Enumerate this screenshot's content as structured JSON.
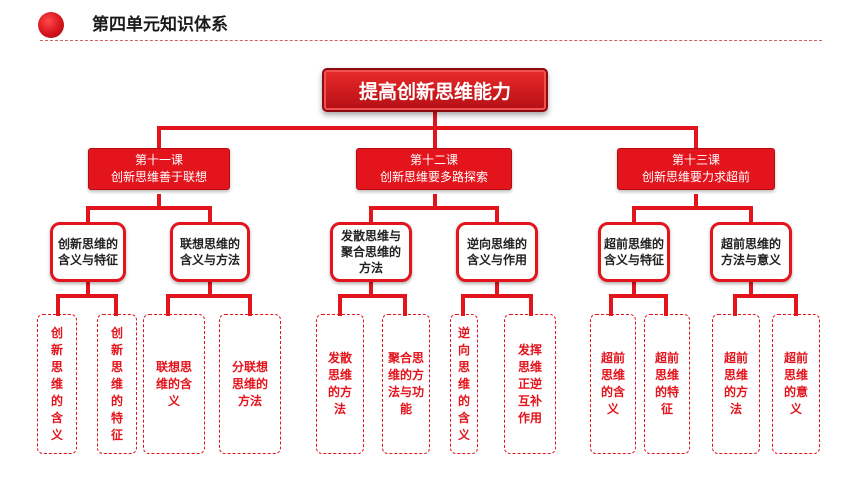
{
  "header": {
    "title": "第四单元知识体系"
  },
  "root": {
    "label": "提高创新思维能力"
  },
  "lessons": [
    {
      "line1": "第十一课",
      "line2": "创新思维善于联想"
    },
    {
      "line1": "第十二课",
      "line2": "创新思维要多路探索"
    },
    {
      "line1": "第十三课",
      "line2": "创新思维要力求超前"
    }
  ],
  "topics": [
    "创新思维的含义与特征",
    "联想思维的含义与方法",
    "发散思维与聚合思维的方法",
    "逆向思维的含义与作用",
    "超前思维的含义与特征",
    "超前思维的方法与意义"
  ],
  "details": [
    "创新思维的含义",
    "创新思维的特征",
    "联想思维的含义",
    "分联想思维的方法",
    "发散思维的方法",
    "聚合思维的方法与功能",
    "逆向思维的含义",
    "发挥思维正逆互补作用",
    "超前思维的含义",
    "超前思维的特征",
    "超前思维的方法",
    "超前思维的意义"
  ],
  "colors": {
    "accent": "#e3141c",
    "root_dark": "#b50f15"
  }
}
